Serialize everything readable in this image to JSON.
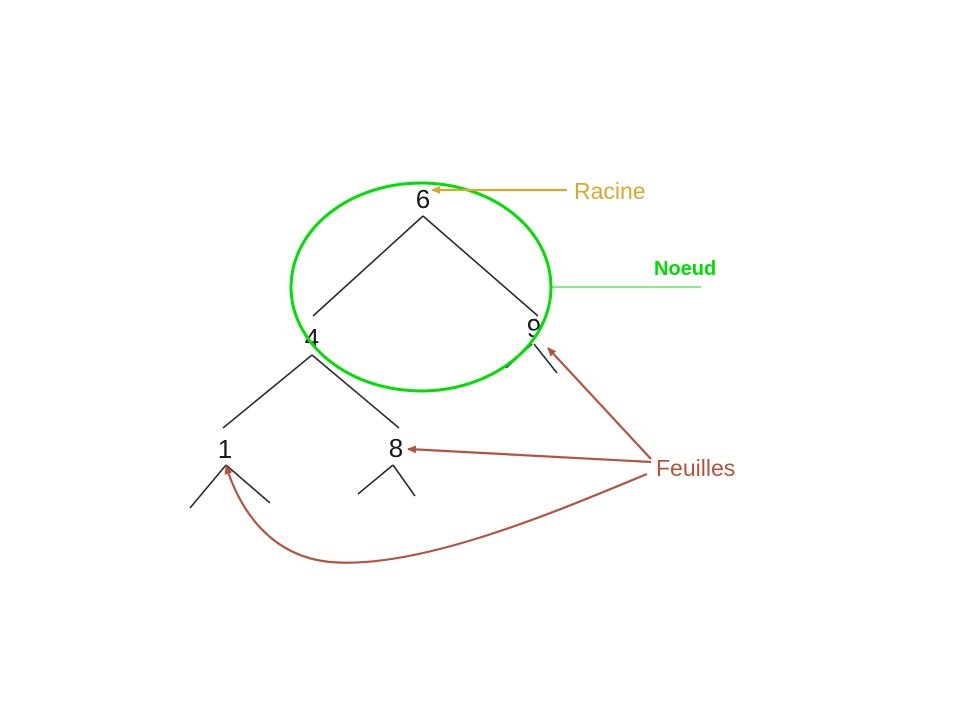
{
  "tree": {
    "nodes": {
      "root": "6",
      "left": "4",
      "right": "9",
      "left_left": "1",
      "left_right": "8"
    }
  },
  "annotations": {
    "root_label": "Racine",
    "node_label": "Noeud",
    "leaves_label": "Feuilles"
  },
  "colors": {
    "root_annotation": "#d8a930",
    "node_annotation": "#00e000",
    "leaves_annotation": "#b5533f",
    "edges": "#2b2b2b"
  }
}
